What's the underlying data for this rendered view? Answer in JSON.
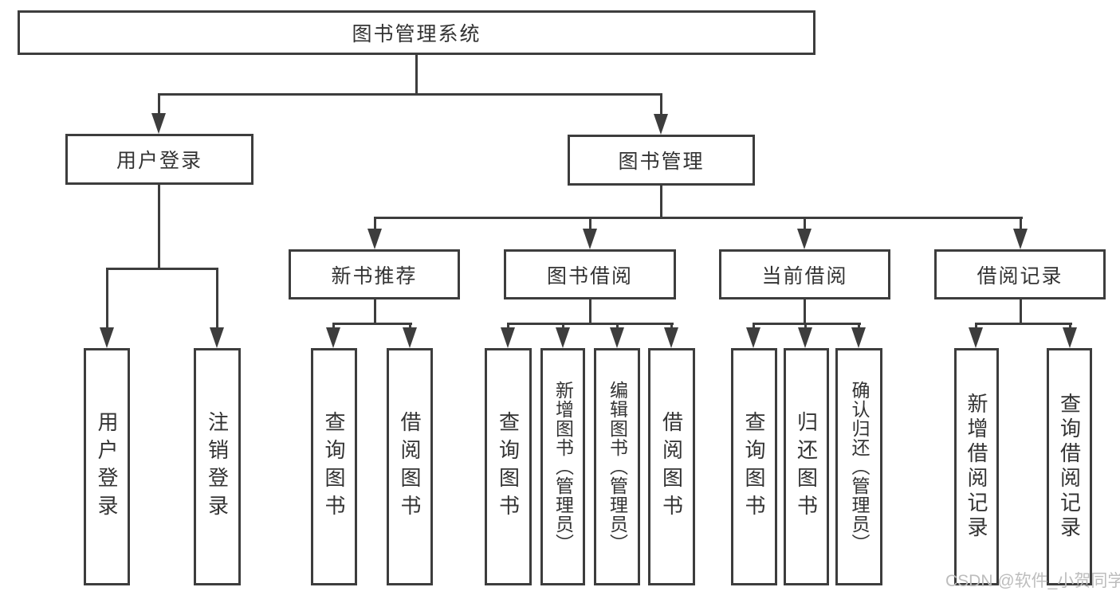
{
  "page": {
    "watermark": "CSDN @软件_小贺同学",
    "colors": {
      "line": "#3d3d3d",
      "text": "#333333",
      "background": "#ffffff",
      "watermark": "#bdbdbd"
    }
  },
  "tree": {
    "label": "图书管理系统",
    "children": [
      {
        "label": "用户登录",
        "children": [
          {
            "label": "用户登录"
          },
          {
            "label": "注销登录"
          }
        ]
      },
      {
        "label": "图书管理",
        "children": [
          {
            "label": "新书推荐",
            "children": [
              {
                "label": "查询图书"
              },
              {
                "label": "借阅图书"
              }
            ]
          },
          {
            "label": "图书借阅",
            "children": [
              {
                "label": "查询图书"
              },
              {
                "label": "新增图书（管理员）"
              },
              {
                "label": "编辑图书（管理员）"
              },
              {
                "label": "借阅图书"
              }
            ]
          },
          {
            "label": "当前借阅",
            "children": [
              {
                "label": "查询图书"
              },
              {
                "label": "归还图书"
              },
              {
                "label": "确认归还（管理员）"
              }
            ]
          },
          {
            "label": "借阅记录",
            "children": [
              {
                "label": "新增借阅记录"
              },
              {
                "label": "查询借阅记录"
              }
            ]
          }
        ]
      }
    ]
  }
}
